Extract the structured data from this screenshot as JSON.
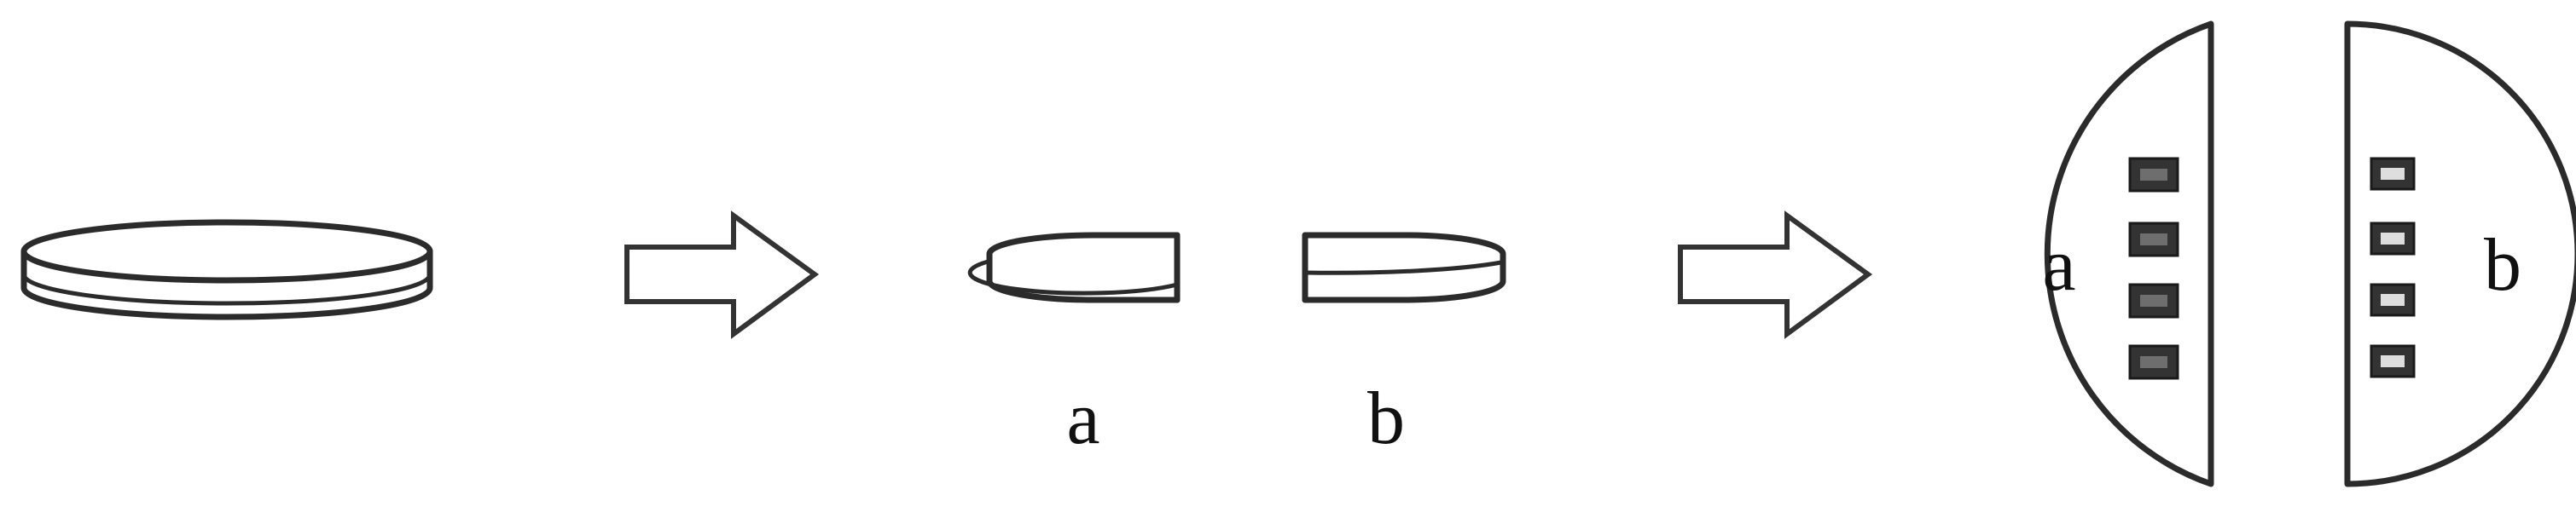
{
  "labels": {
    "piece_a": "a",
    "piece_b": "b",
    "half_a": "a",
    "half_b": "b"
  },
  "colors": {
    "line": "#2b2b2b",
    "background": "#ffffff",
    "chip": "#333333"
  },
  "icons": {
    "step_arrow": "right-arrow-outline"
  }
}
